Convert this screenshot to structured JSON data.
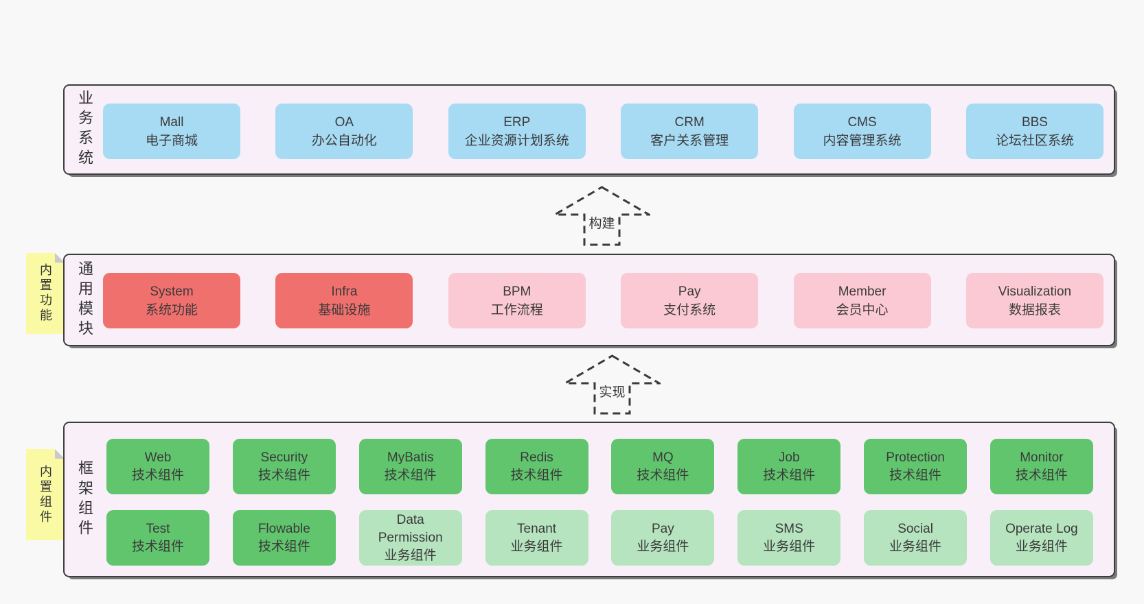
{
  "colors": {
    "page_background": "#f8f8f8",
    "panel_background": "#f8eff8",
    "panel_border": "#3d3d3d",
    "box_blue": "#a7dbf4",
    "box_red": "#f0706e",
    "box_pink": "#fbc9d3",
    "box_green": "#61c56e",
    "box_green_light": "#b6e4bf",
    "note_yellow": "#fafaa4",
    "note_fold": "#c9c9c9",
    "text": "#3a3a3a"
  },
  "layers": {
    "business": {
      "side_label": "业务系统",
      "boxes": [
        {
          "title": "Mall",
          "subtitle": "电子商城",
          "variant": "blue"
        },
        {
          "title": "OA",
          "subtitle": "办公自动化",
          "variant": "blue"
        },
        {
          "title": "ERP",
          "subtitle": "企业资源计划系统",
          "variant": "blue"
        },
        {
          "title": "CRM",
          "subtitle": "客户关系管理",
          "variant": "blue"
        },
        {
          "title": "CMS",
          "subtitle": "内容管理系统",
          "variant": "blue"
        },
        {
          "title": "BBS",
          "subtitle": "论坛社区系统",
          "variant": "blue"
        }
      ]
    },
    "modules": {
      "side_label": "通用模块",
      "note": "内置功能",
      "boxes": [
        {
          "title": "System",
          "subtitle": "系统功能",
          "variant": "red"
        },
        {
          "title": "Infra",
          "subtitle": "基础设施",
          "variant": "red"
        },
        {
          "title": "BPM",
          "subtitle": "工作流程",
          "variant": "pink"
        },
        {
          "title": "Pay",
          "subtitle": "支付系统",
          "variant": "pink"
        },
        {
          "title": "Member",
          "subtitle": "会员中心",
          "variant": "pink"
        },
        {
          "title": "Visualization",
          "subtitle": "数据报表",
          "variant": "pink"
        }
      ]
    },
    "components": {
      "side_label": "框架组件",
      "note": "内置组件",
      "rows": [
        [
          {
            "title": "Web",
            "subtitle": "技术组件",
            "variant": "green"
          },
          {
            "title": "Security",
            "subtitle": "技术组件",
            "variant": "green"
          },
          {
            "title": "MyBatis",
            "subtitle": "技术组件",
            "variant": "green"
          },
          {
            "title": "Redis",
            "subtitle": "技术组件",
            "variant": "green"
          },
          {
            "title": "MQ",
            "subtitle": "技术组件",
            "variant": "green"
          },
          {
            "title": "Job",
            "subtitle": "技术组件",
            "variant": "green"
          },
          {
            "title": "Protection",
            "subtitle": "技术组件",
            "variant": "green"
          },
          {
            "title": "Monitor",
            "subtitle": "技术组件",
            "variant": "green"
          }
        ],
        [
          {
            "title": "Test",
            "subtitle": "技术组件",
            "variant": "green"
          },
          {
            "title": "Flowable",
            "subtitle": "技术组件",
            "variant": "green"
          },
          {
            "title": "Data Permission",
            "subtitle": "业务组件",
            "variant": "green-light"
          },
          {
            "title": "Tenant",
            "subtitle": "业务组件",
            "variant": "green-light"
          },
          {
            "title": "Pay",
            "subtitle": "业务组件",
            "variant": "green-light"
          },
          {
            "title": "SMS",
            "subtitle": "业务组件",
            "variant": "green-light"
          },
          {
            "title": "Social",
            "subtitle": "业务组件",
            "variant": "green-light"
          },
          {
            "title": "Operate Log",
            "subtitle": "业务组件",
            "variant": "green-light"
          }
        ]
      ]
    }
  },
  "arrows": {
    "build": {
      "label": "构建"
    },
    "implement": {
      "label": "实现"
    }
  }
}
